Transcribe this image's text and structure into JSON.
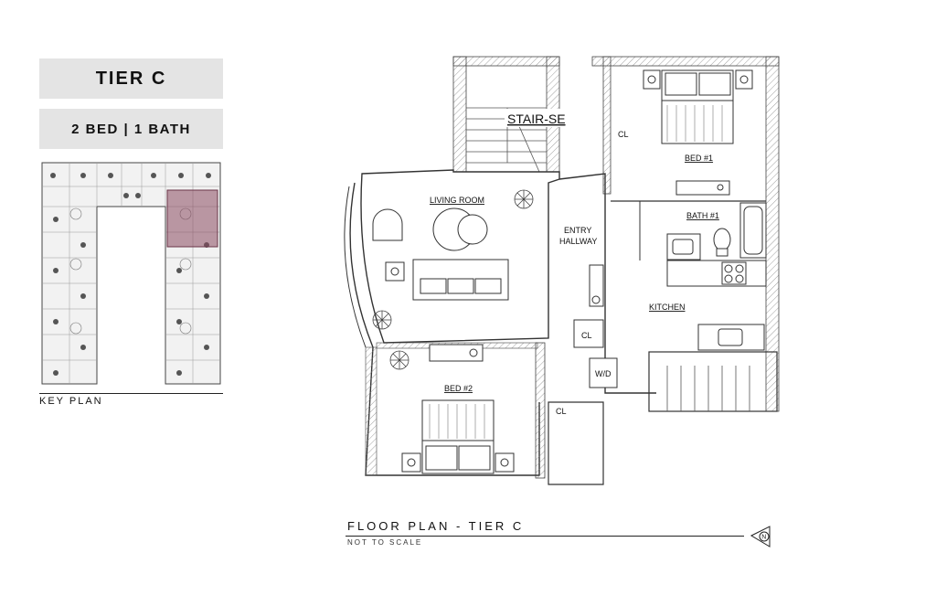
{
  "header": {
    "tier_title": "TIER C",
    "unit_summary": "2 BED | 1 BATH"
  },
  "key_plan": {
    "label": "KEY PLAN",
    "highlight_color": "#8a4a60"
  },
  "floor_plan": {
    "rooms": {
      "stair": "STAIR-SE",
      "living_room": "LIVING ROOM",
      "entry": "ENTRY",
      "hallway": "HALLWAY",
      "bed1": "BED #1",
      "bath1": "BATH #1",
      "kitchen": "KITCHEN",
      "bed2": "BED #2",
      "closet_bed1": "CL",
      "closet_hall": "CL",
      "closet_bed2": "CL",
      "washer_dryer": "W/D"
    },
    "title": "FLOOR PLAN - TIER C",
    "subtitle": "NOT TO SCALE",
    "north_icon": "north-arrow-icon"
  }
}
